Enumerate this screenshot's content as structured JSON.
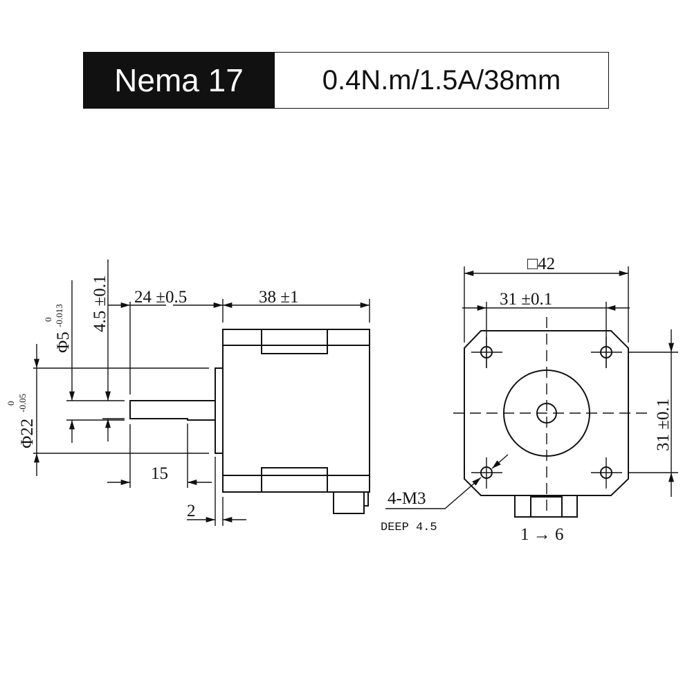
{
  "header": {
    "model": "Nema 17",
    "spec": "0.4N.m/1.5A/38mm"
  },
  "side_view": {
    "shaft_length": "24 ±0.5",
    "body_length": "38 ±1",
    "flat_length": "15",
    "flange_thickness": "2",
    "flat_depth": "4.5 ±0.1",
    "shaft_diameter": "Φ5",
    "shaft_tol_upper": "0",
    "shaft_tol_lower": "-0.013",
    "boss_diameter": "Φ22",
    "boss_tol_upper": "0",
    "boss_tol_lower": "-0.05"
  },
  "front_view": {
    "square_size": "□42",
    "hole_spacing_h": "31 ±0.1",
    "hole_spacing_v": "31 ±0.1",
    "thread_label": "4-M3",
    "thread_depth": "DEEP 4.5",
    "connector_pins": "1 → 6"
  }
}
